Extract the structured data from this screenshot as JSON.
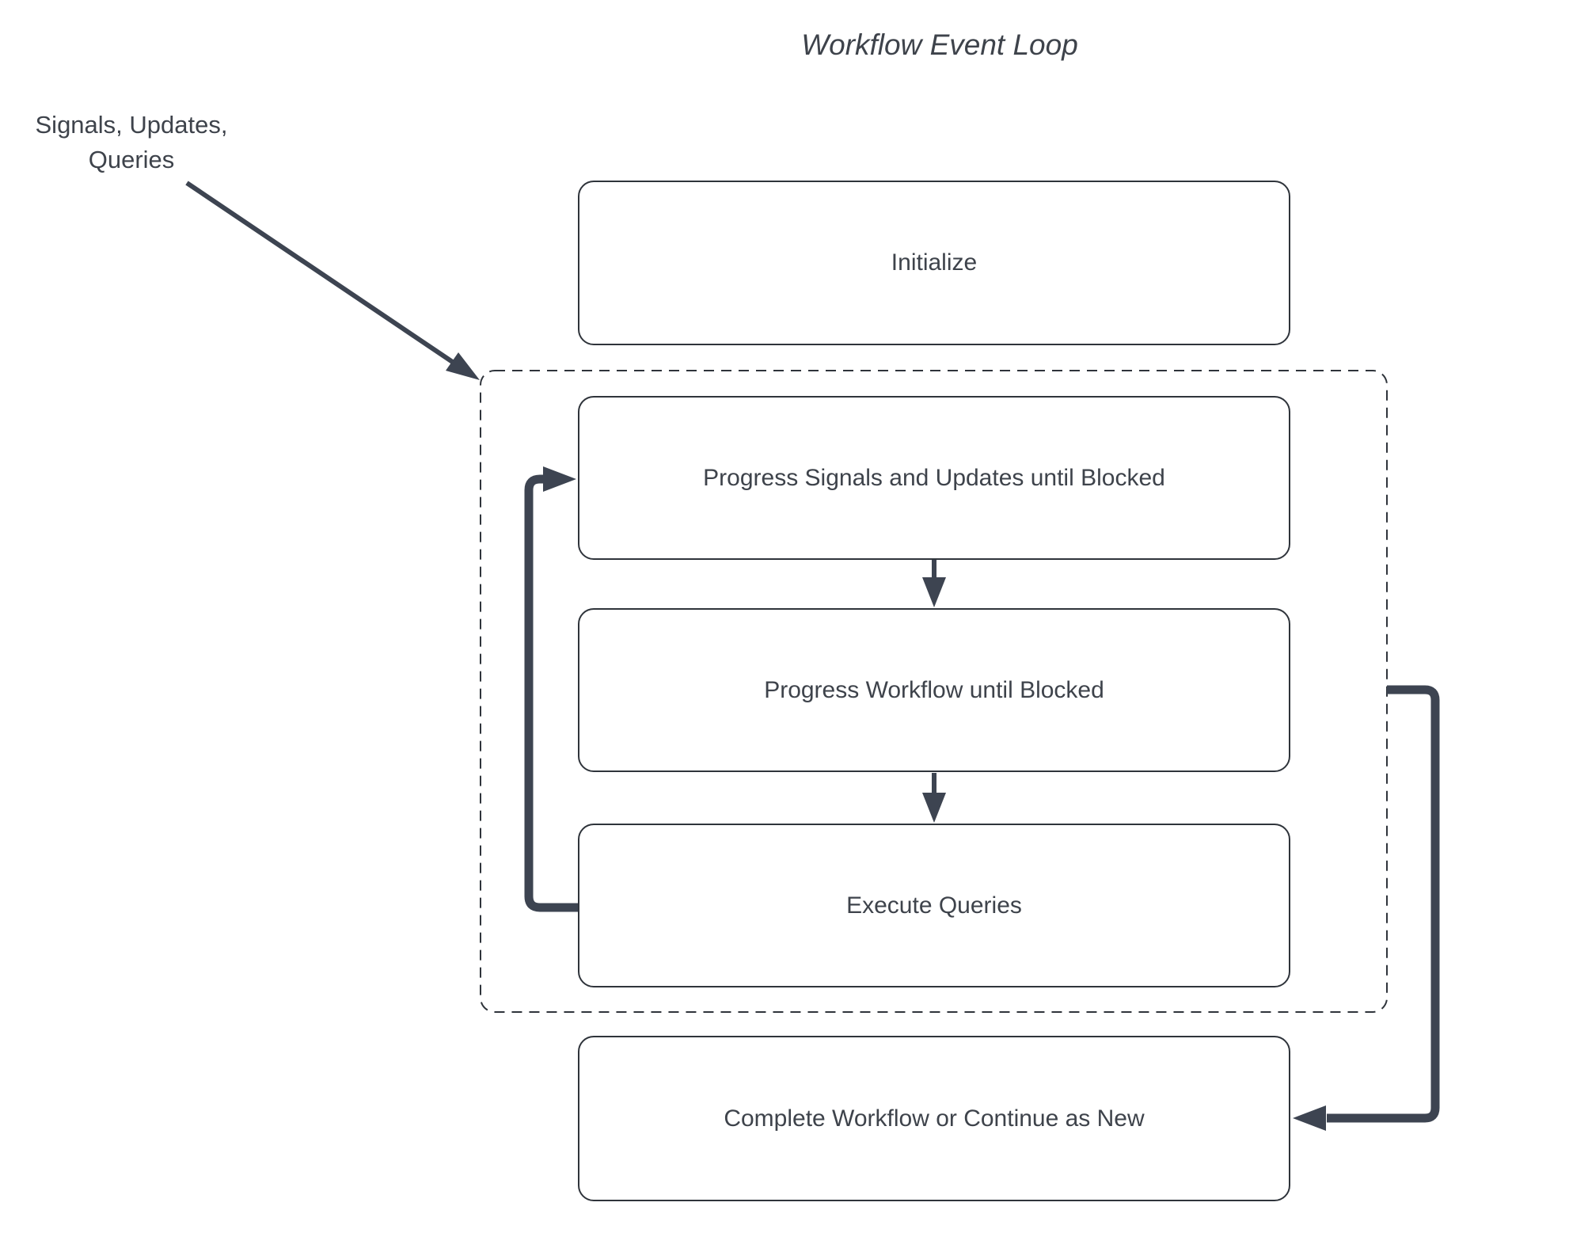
{
  "title": "Workflow Event Loop",
  "input_label": "Signals, Updates, Queries",
  "nodes": {
    "initialize": {
      "label": "Initialize"
    },
    "progress_signals": {
      "label": "Progress Signals and Updates until Blocked"
    },
    "progress_workflow": {
      "label": "Progress Workflow until Blocked"
    },
    "execute_queries": {
      "label": "Execute Queries"
    },
    "complete": {
      "label": "Complete Workflow or Continue as New"
    }
  },
  "group": {
    "name": "event-loop-group",
    "border_style": "dashed",
    "contains": [
      "progress_signals",
      "progress_workflow",
      "execute_queries"
    ]
  },
  "edges": [
    {
      "from": "input_label",
      "to": "event-loop-group",
      "style": "thin-diagonal-arrow"
    },
    {
      "from": "progress_signals",
      "to": "progress_workflow",
      "style": "short-down-arrow"
    },
    {
      "from": "progress_workflow",
      "to": "execute_queries",
      "style": "short-down-arrow"
    },
    {
      "from": "execute_queries",
      "to": "progress_signals",
      "style": "thick-loop-back-arrow"
    },
    {
      "from": "event-loop-group",
      "to": "complete",
      "style": "thick-elbow-arrow"
    }
  ],
  "colors": {
    "background": "#ffffff",
    "line": "#3d4451",
    "border": "#2f343b",
    "text": "#3e434b"
  }
}
